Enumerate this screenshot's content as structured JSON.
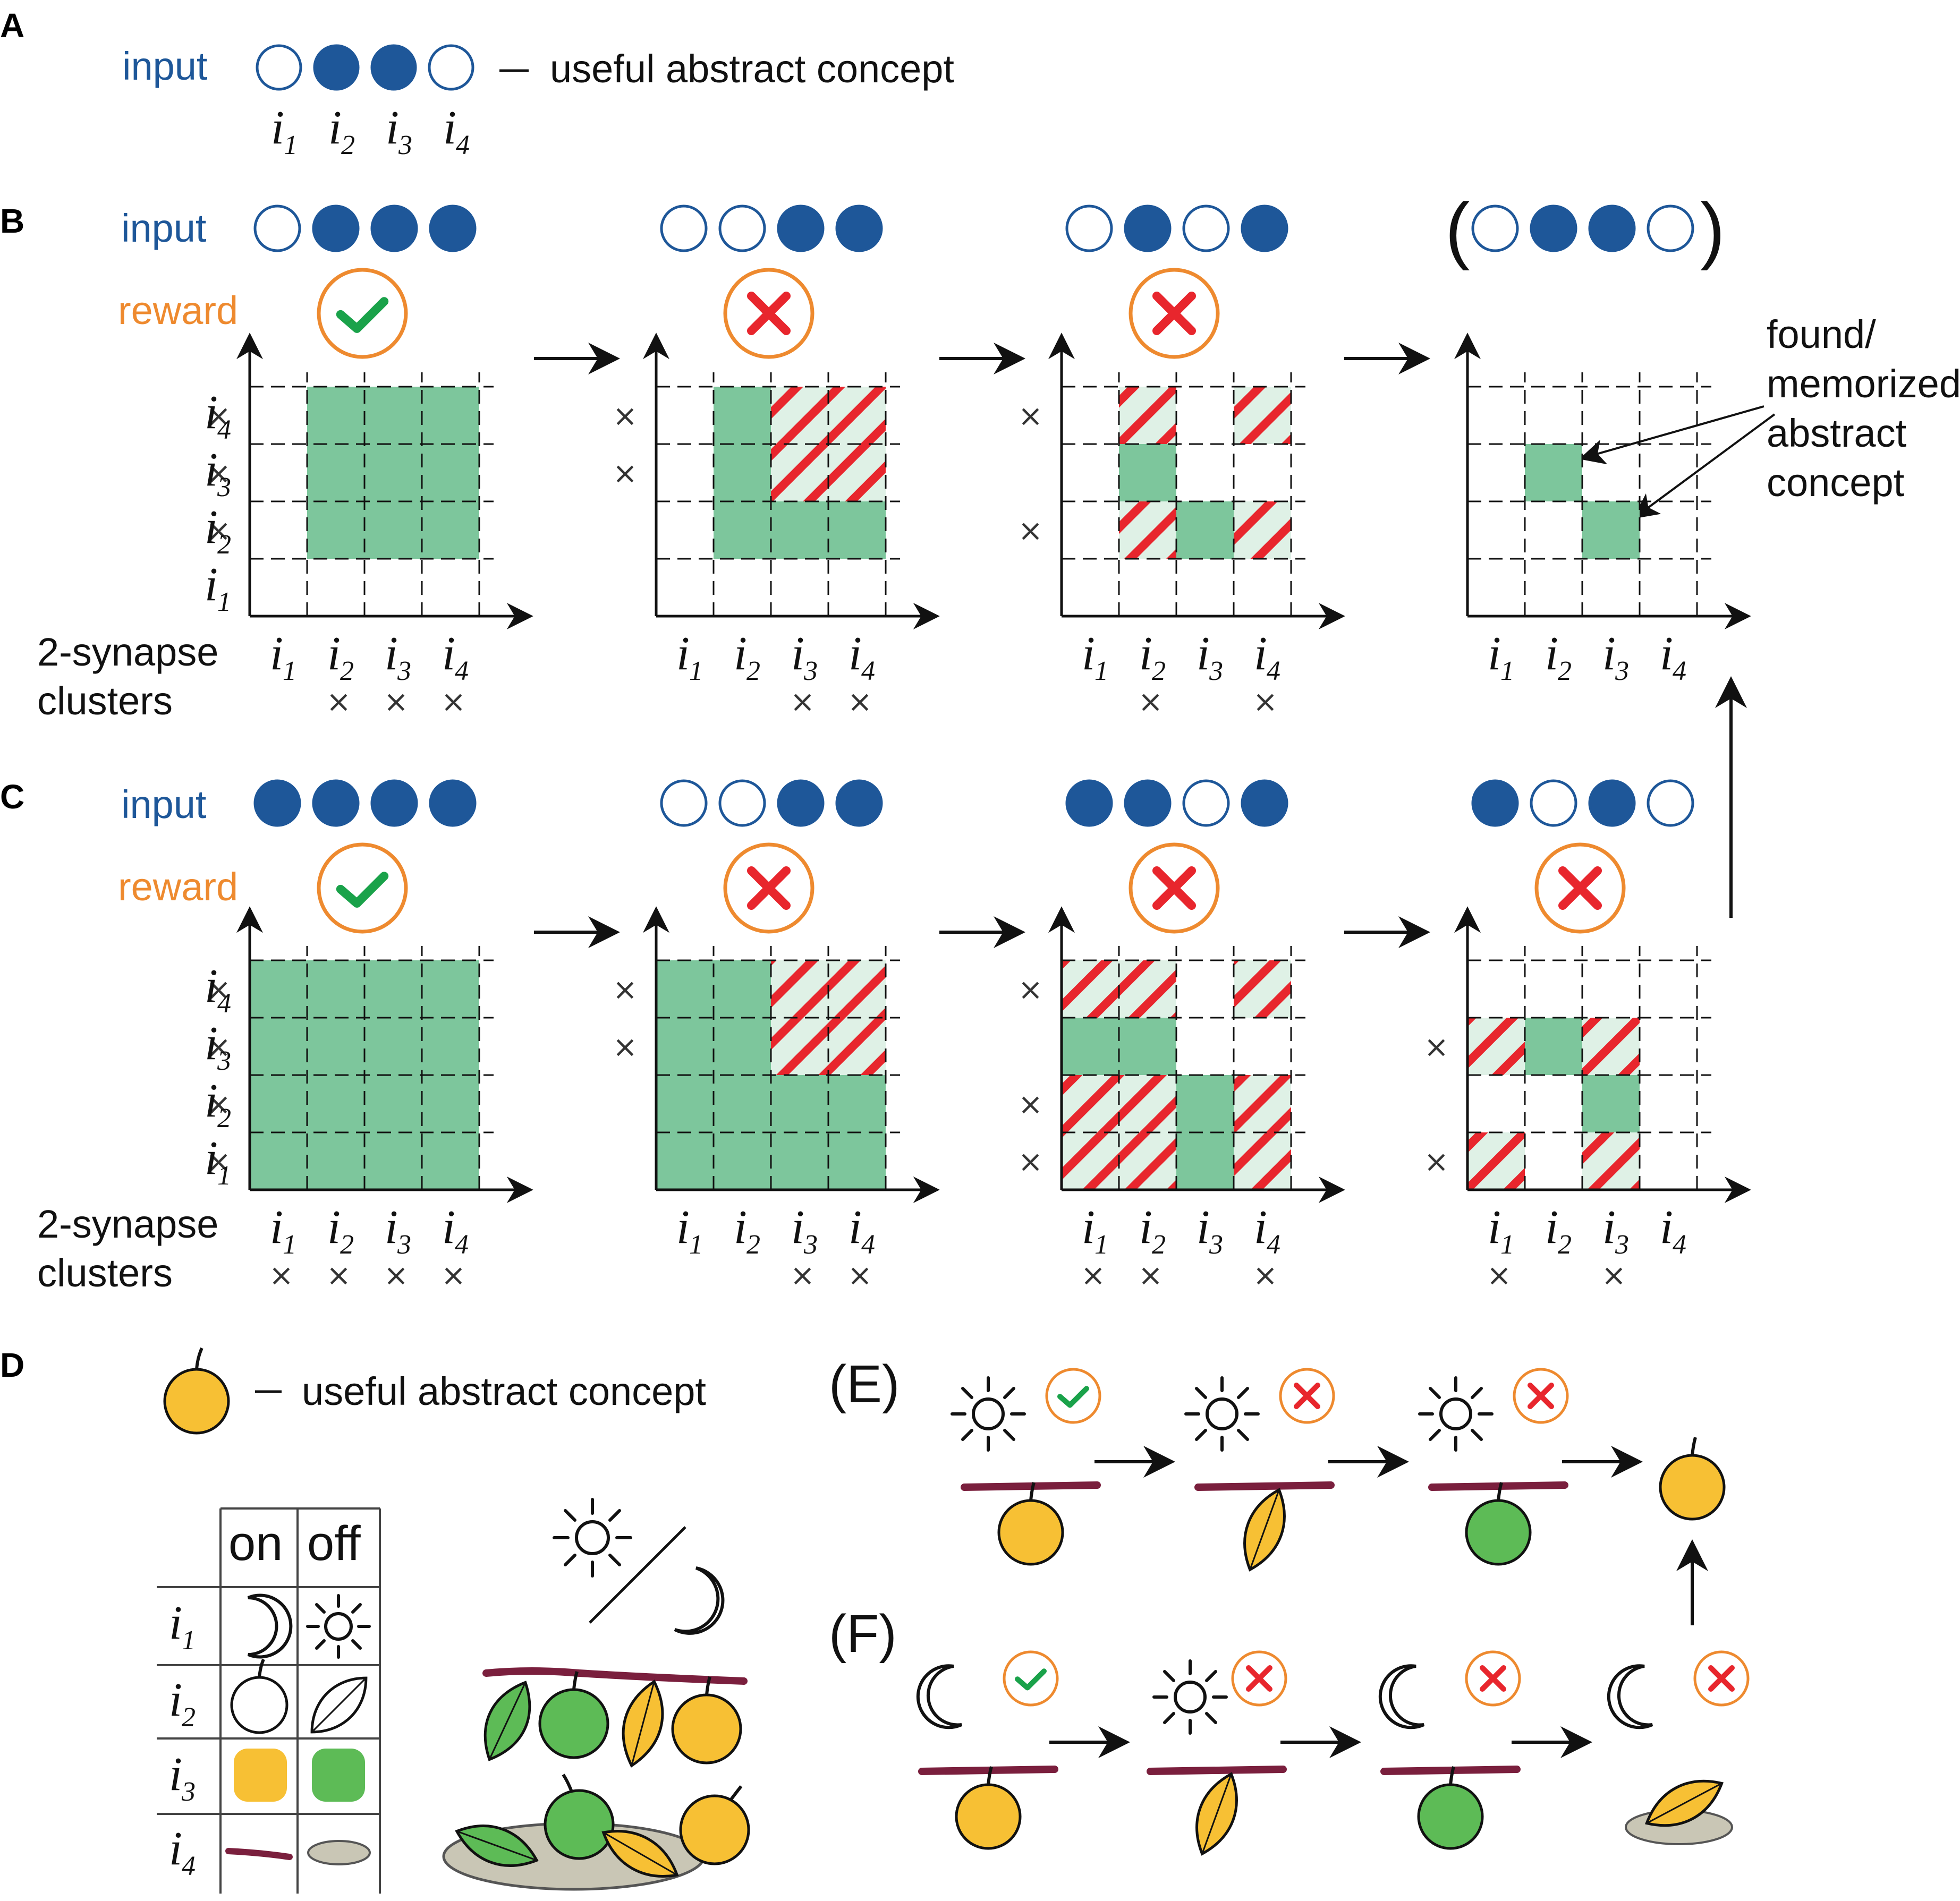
{
  "panels": {
    "A": {
      "label": "A",
      "input_label": "input",
      "pattern": [
        0,
        1,
        1,
        0
      ],
      "legend_text": "useful abstract concept",
      "inputs": [
        {
          "main": "i",
          "sub": "1"
        },
        {
          "main": "i",
          "sub": "2"
        },
        {
          "main": "i",
          "sub": "3"
        },
        {
          "main": "i",
          "sub": "4"
        }
      ]
    },
    "B": {
      "label": "B",
      "input_label": "input",
      "reward_label": "reward",
      "cluster_label_line1": "2-synapse",
      "cluster_label_line2": "clusters",
      "annotation": [
        "found/",
        "memorized",
        "abstract",
        "concept"
      ],
      "paren_open": "(",
      "paren_close": ")",
      "steps": [
        {
          "input": [
            0,
            1,
            1,
            1
          ],
          "reward": "check",
          "x_active": [
            2,
            3,
            4
          ],
          "y_active": [
            2,
            3,
            4
          ],
          "cells": [
            [
              2,
              2,
              "G"
            ],
            [
              2,
              3,
              "G"
            ],
            [
              2,
              4,
              "G"
            ],
            [
              3,
              2,
              "G"
            ],
            [
              3,
              3,
              "G"
            ],
            [
              3,
              4,
              "G"
            ],
            [
              4,
              2,
              "G"
            ],
            [
              4,
              3,
              "G"
            ],
            [
              4,
              4,
              "G"
            ]
          ]
        },
        {
          "input": [
            0,
            0,
            1,
            1
          ],
          "reward": "cross",
          "x_active": [
            3,
            4
          ],
          "y_active": [
            3,
            4
          ],
          "cells": [
            [
              2,
              2,
              "G"
            ],
            [
              2,
              3,
              "G"
            ],
            [
              2,
              4,
              "G"
            ],
            [
              3,
              2,
              "G"
            ],
            [
              4,
              2,
              "G"
            ],
            [
              3,
              3,
              "H"
            ],
            [
              3,
              4,
              "H"
            ],
            [
              4,
              3,
              "H"
            ],
            [
              4,
              4,
              "H"
            ]
          ]
        },
        {
          "input": [
            0,
            1,
            0,
            1
          ],
          "reward": "cross",
          "x_active": [
            2,
            4
          ],
          "y_active": [
            2,
            4
          ],
          "cells": [
            [
              2,
              3,
              "G"
            ],
            [
              3,
              2,
              "G"
            ],
            [
              2,
              2,
              "H"
            ],
            [
              2,
              4,
              "H"
            ],
            [
              4,
              2,
              "H"
            ],
            [
              4,
              4,
              "H"
            ]
          ]
        },
        {
          "input": [
            0,
            1,
            1,
            0
          ],
          "reward": "none",
          "x_active": [],
          "y_active": [],
          "parenthesized": true,
          "cells": [
            [
              2,
              3,
              "G"
            ],
            [
              3,
              2,
              "G"
            ]
          ]
        }
      ]
    },
    "C": {
      "label": "C",
      "input_label": "input",
      "reward_label": "reward",
      "cluster_label_line1": "2-synapse",
      "cluster_label_line2": "clusters",
      "steps": [
        {
          "input": [
            1,
            1,
            1,
            1
          ],
          "reward": "check",
          "x_active": [
            1,
            2,
            3,
            4
          ],
          "y_active": [
            1,
            2,
            3,
            4
          ],
          "cells": [
            [
              1,
              1,
              "G"
            ],
            [
              1,
              2,
              "G"
            ],
            [
              1,
              3,
              "G"
            ],
            [
              1,
              4,
              "G"
            ],
            [
              2,
              1,
              "G"
            ],
            [
              2,
              2,
              "G"
            ],
            [
              2,
              3,
              "G"
            ],
            [
              2,
              4,
              "G"
            ],
            [
              3,
              1,
              "G"
            ],
            [
              3,
              2,
              "G"
            ],
            [
              3,
              3,
              "G"
            ],
            [
              3,
              4,
              "G"
            ],
            [
              4,
              1,
              "G"
            ],
            [
              4,
              2,
              "G"
            ],
            [
              4,
              3,
              "G"
            ],
            [
              4,
              4,
              "G"
            ]
          ]
        },
        {
          "input": [
            0,
            0,
            1,
            1
          ],
          "reward": "cross",
          "x_active": [
            3,
            4
          ],
          "y_active": [
            3,
            4
          ],
          "cells": [
            [
              1,
              1,
              "G"
            ],
            [
              1,
              2,
              "G"
            ],
            [
              1,
              3,
              "G"
            ],
            [
              1,
              4,
              "G"
            ],
            [
              2,
              1,
              "G"
            ],
            [
              2,
              2,
              "G"
            ],
            [
              2,
              3,
              "G"
            ],
            [
              2,
              4,
              "G"
            ],
            [
              3,
              1,
              "G"
            ],
            [
              3,
              2,
              "G"
            ],
            [
              4,
              1,
              "G"
            ],
            [
              4,
              2,
              "G"
            ],
            [
              3,
              3,
              "H"
            ],
            [
              3,
              4,
              "H"
            ],
            [
              4,
              3,
              "H"
            ],
            [
              4,
              4,
              "H"
            ]
          ]
        },
        {
          "input": [
            1,
            1,
            0,
            1
          ],
          "reward": "cross",
          "x_active": [
            1,
            2,
            4
          ],
          "y_active": [
            1,
            2,
            4
          ],
          "cells": [
            [
              1,
              3,
              "G"
            ],
            [
              2,
              3,
              "G"
            ],
            [
              3,
              1,
              "G"
            ],
            [
              3,
              2,
              "G"
            ],
            [
              1,
              1,
              "H"
            ],
            [
              1,
              2,
              "H"
            ],
            [
              2,
              1,
              "H"
            ],
            [
              2,
              2,
              "H"
            ],
            [
              1,
              4,
              "H"
            ],
            [
              2,
              4,
              "H"
            ],
            [
              4,
              1,
              "H"
            ],
            [
              4,
              2,
              "H"
            ],
            [
              4,
              4,
              "H"
            ]
          ]
        },
        {
          "input": [
            1,
            0,
            1,
            0
          ],
          "reward": "cross",
          "x_active": [
            1,
            3
          ],
          "y_active": [
            1,
            3
          ],
          "cells": [
            [
              2,
              3,
              "G"
            ],
            [
              3,
              2,
              "G"
            ],
            [
              1,
              3,
              "H"
            ],
            [
              3,
              3,
              "H"
            ],
            [
              3,
              1,
              "H"
            ],
            [
              1,
              1,
              "H"
            ]
          ]
        }
      ]
    },
    "D": {
      "label": "D",
      "legend_text": "useful abstract concept",
      "table_header_on": "on",
      "table_header_off": "off",
      "rows": [
        {
          "main": "i",
          "sub": "1",
          "on": "moon-icon",
          "off": "sun-icon"
        },
        {
          "main": "i",
          "sub": "2",
          "on": "fruit-outline-icon",
          "off": "leaf-outline-icon"
        },
        {
          "main": "i",
          "sub": "3",
          "on": "yellow-square",
          "off": "green-square"
        },
        {
          "main": "i",
          "sub": "4",
          "on": "branch-icon",
          "off": "ground-icon"
        }
      ]
    },
    "E": {
      "label": "(E)",
      "steps": [
        {
          "sky": "sun",
          "reward": "check",
          "object": "yellow-fruit"
        },
        {
          "sky": "sun",
          "reward": "cross",
          "object": "yellow-leaf"
        },
        {
          "sky": "sun",
          "reward": "cross",
          "object": "green-fruit"
        }
      ],
      "result": "yellow-fruit"
    },
    "F": {
      "label": "(F)",
      "steps": [
        {
          "sky": "moon",
          "reward": "check",
          "object": "yellow-fruit",
          "place": "branch"
        },
        {
          "sky": "sun",
          "reward": "cross",
          "object": "yellow-leaf",
          "place": "branch"
        },
        {
          "sky": "moon",
          "reward": "cross",
          "object": "green-fruit",
          "place": "branch"
        },
        {
          "sky": "moon",
          "reward": "cross",
          "object": "yellow-leaf",
          "place": "ground"
        }
      ]
    }
  },
  "colors": {
    "blue": "#1e5799",
    "orange": "#ee8a2f",
    "green_cell": "#7dc69c",
    "hatch_bg": "#dff1e6",
    "hatch_stripe": "#e8262d",
    "check": "#1aa24a",
    "cross": "#e8262d",
    "fruit_yellow": "#f7c034",
    "fruit_green": "#5dbb56",
    "branch": "#7a1f3d",
    "ground": "#c9c6b5"
  }
}
